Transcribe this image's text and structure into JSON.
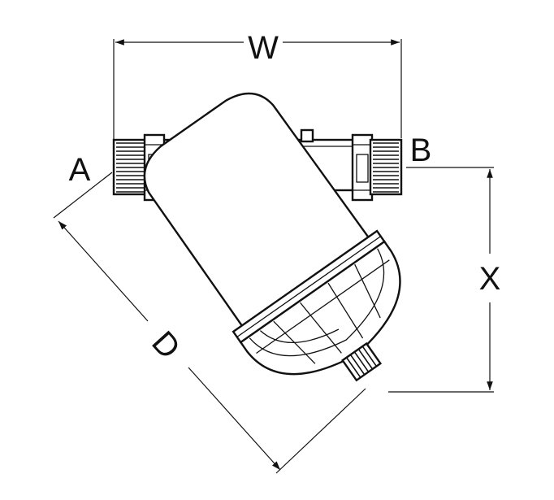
{
  "drawing": {
    "subject": "",
    "labels": {
      "width": "W",
      "inlet": "A",
      "outlet": "B",
      "height": "X",
      "diagonal": "D"
    },
    "colors": {
      "line": "#111111",
      "background": "#ffffff"
    }
  }
}
